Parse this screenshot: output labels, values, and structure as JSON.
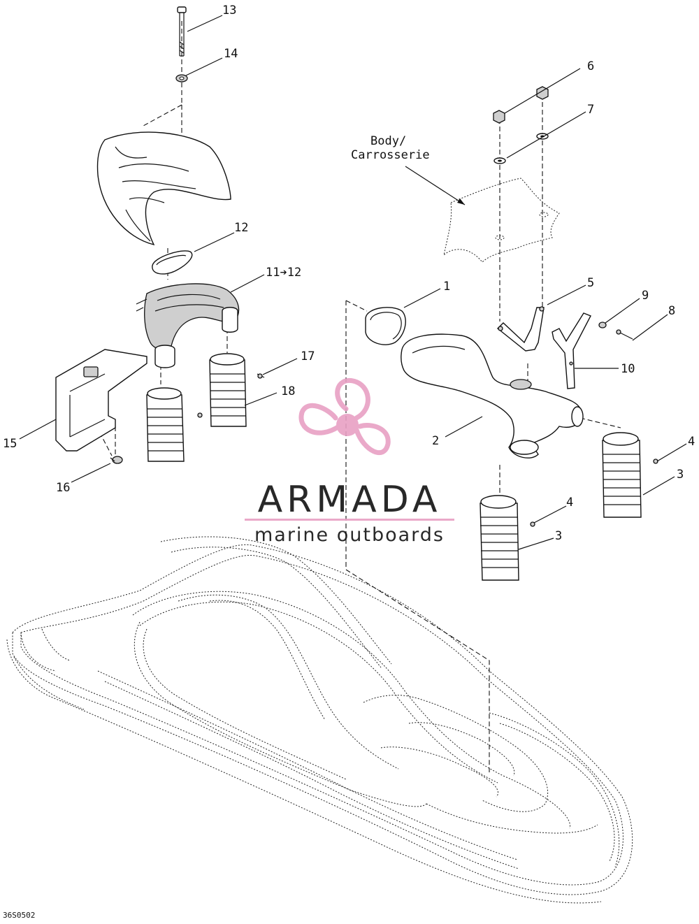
{
  "body_label": {
    "line1": "Body/",
    "line2": "Carrosserie"
  },
  "diagram_code": "36S0502",
  "watermark": {
    "brand": "ARMADA",
    "tagline": "marine outboards",
    "accent": "#e8a0c4",
    "text_color": "#7a7a7a"
  },
  "callouts": [
    "13",
    "14",
    "12",
    "11➔12",
    "15",
    "16",
    "17",
    "18",
    "1",
    "2",
    "3",
    "4",
    "3",
    "4",
    "5",
    "6",
    "7",
    "8",
    "9",
    "10"
  ]
}
